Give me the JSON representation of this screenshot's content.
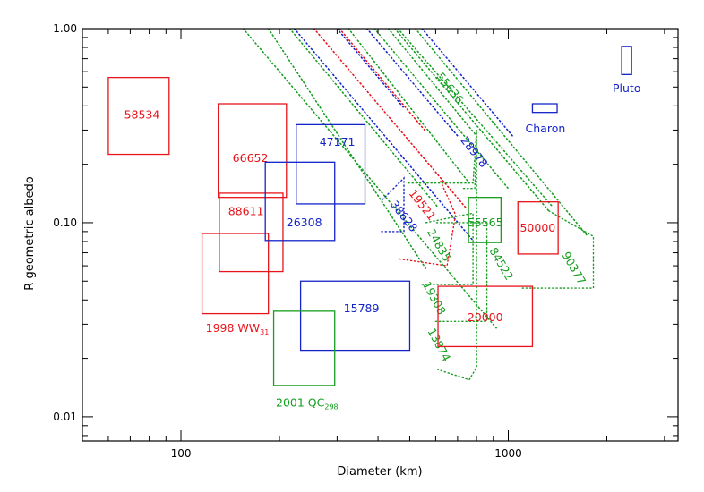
{
  "chart_data": {
    "type": "scatter",
    "title": "",
    "xlabel": "Diameter (km)",
    "ylabel": "R geometric albedo",
    "x_scale": "log",
    "y_scale": "log",
    "xlim": [
      50,
      3300
    ],
    "ylim": [
      0.0075,
      1.0
    ],
    "x_ticks": [
      {
        "value": 100,
        "label": "100"
      },
      {
        "value": 1000,
        "label": "1000"
      }
    ],
    "y_ticks": [
      {
        "value": 0.01,
        "label": "0.01"
      },
      {
        "value": 0.1,
        "label": "0.10"
      },
      {
        "value": 1.0,
        "label": "1.00"
      }
    ],
    "grid": false,
    "colors": {
      "red": "#e8151c",
      "green": "#159e1f",
      "blue": "#1424c8"
    },
    "boxes": [
      {
        "name": "58534",
        "color": "red",
        "d": [
          60,
          92
        ],
        "p": [
          0.225,
          0.56
        ],
        "label_pos": [
          76,
          0.36
        ]
      },
      {
        "name": "66652",
        "color": "red",
        "d": [
          130,
          210
        ],
        "p": [
          0.135,
          0.41
        ],
        "label_pos": [
          163,
          0.215
        ]
      },
      {
        "name": "88611",
        "color": "red",
        "d": [
          131,
          205
        ],
        "p": [
          0.056,
          0.142
        ],
        "label_pos": [
          158,
          0.114
        ]
      },
      {
        "name": "1998 WW",
        "sub": "31",
        "color": "red",
        "d": [
          116,
          185
        ],
        "p": [
          0.034,
          0.088
        ],
        "label_pos": [
          119,
          0.0285
        ],
        "anchor": "start"
      },
      {
        "name": "26308",
        "color": "blue",
        "d": [
          181,
          295
        ],
        "p": [
          0.081,
          0.205
        ],
        "label_pos": [
          238,
          0.1
        ]
      },
      {
        "name": "47171",
        "color": "blue",
        "d": [
          225,
          365
        ],
        "p": [
          0.125,
          0.32
        ],
        "label_pos": [
          265,
          0.26
        ],
        "anchor": "start"
      },
      {
        "name": "15789",
        "color": "blue",
        "d": [
          232,
          500
        ],
        "p": [
          0.022,
          0.05
        ],
        "label_pos": [
          356,
          0.036
        ]
      },
      {
        "name": "2001 QC",
        "sub": "298",
        "color": "green",
        "d": [
          192,
          295
        ],
        "p": [
          0.0145,
          0.035
        ],
        "label_pos": [
          195,
          0.0118
        ],
        "anchor": "start"
      },
      {
        "name": "55565",
        "color": "green",
        "d": [
          756,
          950
        ],
        "p": [
          0.079,
          0.135
        ],
        "label_pos": [
          850,
          0.1
        ]
      },
      {
        "name": "20000",
        "color": "red",
        "d": [
          610,
          1185
        ],
        "p": [
          0.023,
          0.047
        ],
        "label_pos": [
          850,
          0.0325
        ]
      },
      {
        "name": "50000",
        "color": "red",
        "d": [
          1070,
          1420
        ],
        "p": [
          0.069,
          0.128
        ],
        "label_pos": [
          1230,
          0.094
        ]
      },
      {
        "name": "Charon",
        "color": "blue",
        "d": [
          1185,
          1410
        ],
        "p": [
          0.37,
          0.41
        ],
        "label_pos": [
          1298,
          0.305
        ]
      },
      {
        "name": "Pluto",
        "color": "blue",
        "d": [
          2220,
          2380
        ],
        "p": [
          0.58,
          0.81
        ],
        "label_pos": [
          2300,
          0.49
        ]
      }
    ],
    "tracks": [
      {
        "name": "55636",
        "color": "green",
        "label_angle": 52,
        "label_pos": [
          650,
          0.48
        ],
        "lines": [
          [
            [
              155,
              1.0
            ],
            [
              930,
              0.028
            ]
          ],
          [
            [
              450,
              1.0
            ],
            [
              1330,
              0.115
            ]
          ]
        ]
      },
      {
        "name": "28978",
        "color": "blue",
        "label_angle": 52,
        "label_pos": [
          770,
          0.225
        ],
        "lines": [
          [
            [
              222,
              1.0
            ],
            [
              780,
              0.081
            ]
          ],
          [
            [
              545,
              1.0
            ],
            [
              1030,
              0.28
            ]
          ]
        ]
      },
      {
        "name": "19521",
        "color": "red",
        "label_angle": 52,
        "label_pos": [
          535,
          0.12
        ],
        "lines": [
          [
            [
              255,
              1.0
            ],
            [
              740,
              0.12
            ]
          ],
          [
            [
              305,
              1.0
            ],
            [
              555,
              0.3
            ]
          ]
        ]
      },
      {
        "name": "38628",
        "color": "blue",
        "label_angle": 52,
        "label_pos": [
          470,
          0.105
        ],
        "lines": [
          [
            [
              300,
              1.0
            ],
            [
              480,
              0.39
            ]
          ],
          [
            [
              370,
              1.0
            ],
            [
              700,
              0.28
            ]
          ]
        ]
      },
      {
        "name": "24835",
        "color": "green",
        "label_angle": 60,
        "label_pos": [
          600,
          0.075
        ],
        "lines": [
          [
            [
              325,
              1.0
            ],
            [
              760,
              0.16
            ]
          ],
          [
            [
              430,
              1.0
            ],
            [
              800,
              0.28
            ]
          ]
        ]
      },
      {
        "name": "84522",
        "color": "green",
        "label_angle": 60,
        "label_pos": [
          930,
          0.06
        ],
        "lines": [
          [
            [
              390,
              1.0
            ],
            [
              1000,
              0.15
            ]
          ]
        ]
      },
      {
        "name": "90377",
        "color": "green",
        "label_angle": 60,
        "label_pos": [
          1550,
          0.057
        ],
        "lines": [
          [
            [
              520,
              1.0
            ],
            [
              1750,
              0.085
            ]
          ],
          [
            [
              460,
              1.0
            ],
            [
              1370,
              0.12
            ]
          ]
        ]
      },
      {
        "name": "19308",
        "color": "green",
        "label_angle": 62,
        "label_pos": [
          580,
          0.04
        ],
        "lines": [
          [
            [
              215,
              1.0
            ],
            [
              610,
              0.12
            ]
          ]
        ]
      },
      {
        "name": "13874",
        "color": "green",
        "label_angle": 62,
        "label_pos": [
          600,
          0.023
        ],
        "lines": [
          [
            [
              185,
              1.0
            ],
            [
              560,
              0.058
            ]
          ]
        ]
      }
    ],
    "dotted_boxes": [
      {
        "color": "green",
        "points": [
          [
            495,
            0.16
          ],
          [
            780,
            0.16
          ],
          [
            800,
            0.3
          ],
          [
            800,
            0.018
          ],
          [
            760,
            0.0155
          ],
          [
            610,
            0.0175
          ]
        ]
      },
      {
        "color": "blue",
        "points": [
          [
            410,
            0.09
          ],
          [
            480,
            0.09
          ],
          [
            480,
            0.17
          ],
          [
            410,
            0.13
          ]
        ]
      },
      {
        "color": "red",
        "points": [
          [
            465,
            0.065
          ],
          [
            650,
            0.06
          ],
          [
            690,
            0.11
          ],
          [
            620,
            0.165
          ]
        ]
      },
      {
        "color": "green",
        "points": [
          [
            545,
            0.048
          ],
          [
            780,
            0.048
          ],
          [
            780,
            0.112
          ],
          [
            560,
            0.1
          ]
        ]
      },
      {
        "color": "green",
        "points": [
          [
            600,
            0.031
          ],
          [
            860,
            0.031
          ],
          [
            860,
            0.1
          ],
          [
            600,
            0.1
          ]
        ]
      },
      {
        "color": "green",
        "points": [
          [
            1330,
            0.115
          ],
          [
            1820,
            0.085
          ],
          [
            1820,
            0.046
          ],
          [
            1100,
            0.046
          ]
        ]
      },
      {
        "color": "green",
        "points": [
          [
            730,
            0.15
          ],
          [
            790,
            0.15
          ],
          [
            800,
            0.27
          ]
        ]
      }
    ]
  }
}
